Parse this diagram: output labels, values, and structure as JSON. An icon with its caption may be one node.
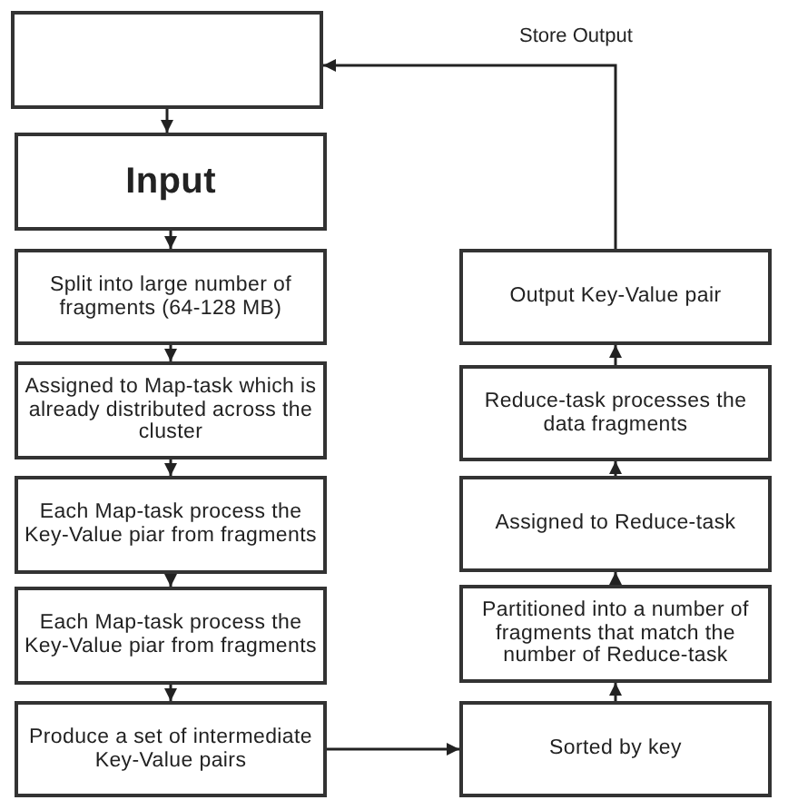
{
  "diagram": {
    "nodes": [
      {
        "text": [],
        "shape": "box"
      },
      {
        "text": [
          "Input"
        ]
      },
      {
        "text": [
          "Split into large number of fragments (64-128 MB)"
        ]
      },
      {
        "text": [
          "Assigned to Map-task which is already distributed across the cluster"
        ]
      },
      {
        "text": [
          "Each Map-task process the Key-Value piar from fragments"
        ]
      },
      {
        "text": [
          "Each Map-task process the Key-Value piar from fragments"
        ]
      },
      {
        "text": [
          "Produce a set of intermediate Key-Value pairs"
        ]
      },
      {
        "text": [
          "Sorted by key"
        ]
      },
      {
        "text": [
          "Partitioned into a number of fragments that match the number of Reduce-task"
        ]
      },
      {
        "text": [
          "Assigned to Reduce-task"
        ]
      },
      {
        "text": [
          "Reduce-task processes the data fragments"
        ]
      },
      {
        "text": [
          "Output Key-Value pair"
        ]
      }
    ],
    "edges": [
      {
        "from": 0,
        "to": 1,
        "arrow": "to"
      },
      {
        "from": 1,
        "to": 2,
        "arrow": "to"
      },
      {
        "from": 2,
        "to": 3,
        "arrow": "to"
      },
      {
        "from": 3,
        "to": 4,
        "arrow": "to"
      },
      {
        "from": 4,
        "to": 5,
        "arrow": "to"
      },
      {
        "from": 5,
        "to": 6,
        "arrow": "to"
      },
      {
        "from": 6,
        "to": 7,
        "arrow": "to"
      },
      {
        "from": 7,
        "to": 8,
        "arrow": "to"
      },
      {
        "from": 8,
        "to": 9,
        "arrow": "to"
      },
      {
        "from": 9,
        "to": 10,
        "arrow": "to"
      },
      {
        "from": 10,
        "to": 11,
        "arrow": "to"
      },
      {
        "from": 11,
        "to": 0,
        "arrow": "to",
        "label": "Store Output"
      }
    ]
  }
}
